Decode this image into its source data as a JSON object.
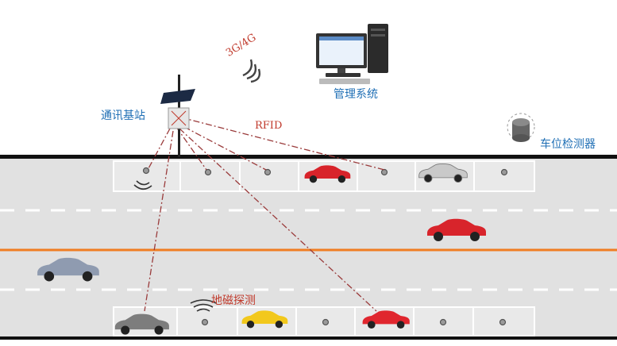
{
  "labels": {
    "base_station": "通讯基站",
    "management": "管理系统",
    "network": "3G/4G",
    "rfid": "RFID",
    "detector": "车位检测器",
    "geomagnetic": "地磁探测"
  },
  "colors": {
    "road": "#e1e1e1",
    "curb": "#111111",
    "lane_dash": "#ffffff",
    "center_line": "#f07d22",
    "signal_line": "#9a3b3b",
    "label_blue": "#1f6fb5",
    "label_red": "#c0392b"
  },
  "icons": {
    "computer": "desktop-computer-icon",
    "tower": "solar-base-station-icon",
    "detector": "parking-detector-icon",
    "wifi": "wireless-signal-icon",
    "car": "car-icon"
  }
}
